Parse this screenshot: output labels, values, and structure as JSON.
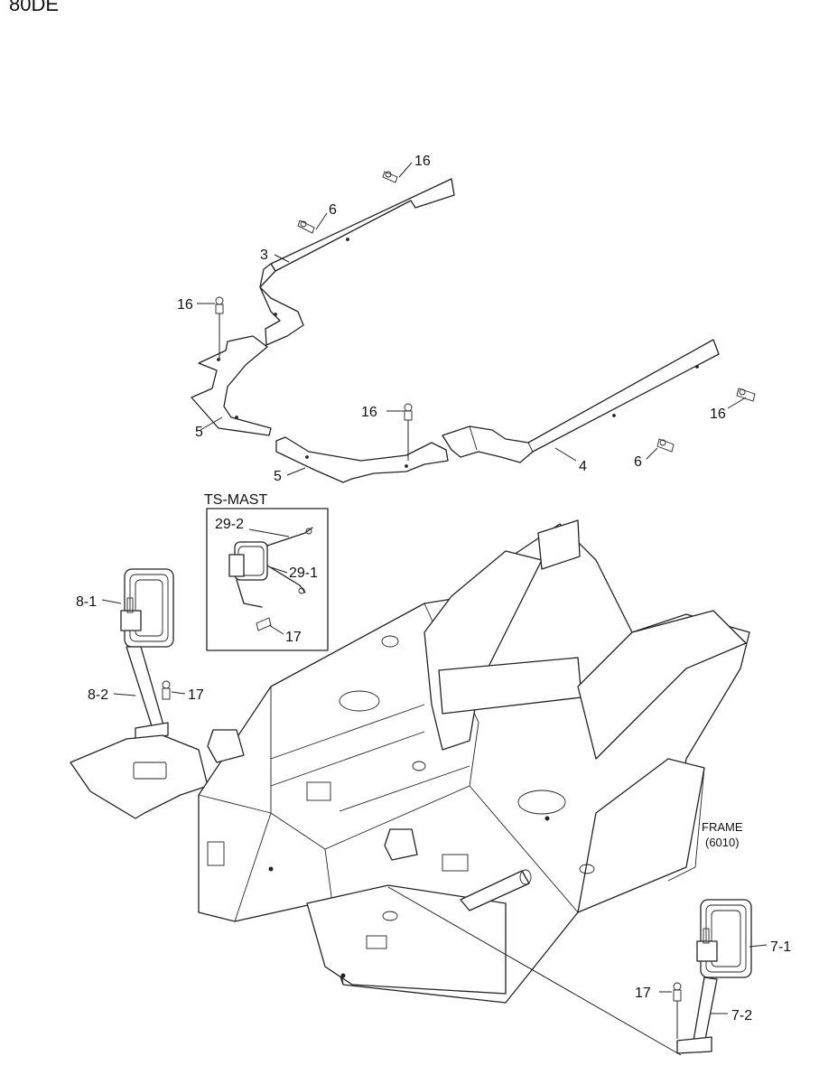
{
  "header": {
    "model": "80DE"
  },
  "callouts": {
    "c16a": "16",
    "c6a": "6",
    "c3": "3",
    "c16b": "16",
    "c5a": "5",
    "c16c": "16",
    "c5b": "5",
    "c4": "4",
    "c6b": "6",
    "c16d": "16",
    "c29_2": "29-2",
    "c29_1": "29-1",
    "c17a": "17",
    "c8_1": "8-1",
    "c8_2": "8-2",
    "c17b": "17",
    "c7_1": "7-1",
    "c17c": "17",
    "c7_2": "7-2"
  },
  "inset": {
    "title": "TS-MAST"
  },
  "frame_note": {
    "line1": "FRAME",
    "line2": "(6010)"
  }
}
